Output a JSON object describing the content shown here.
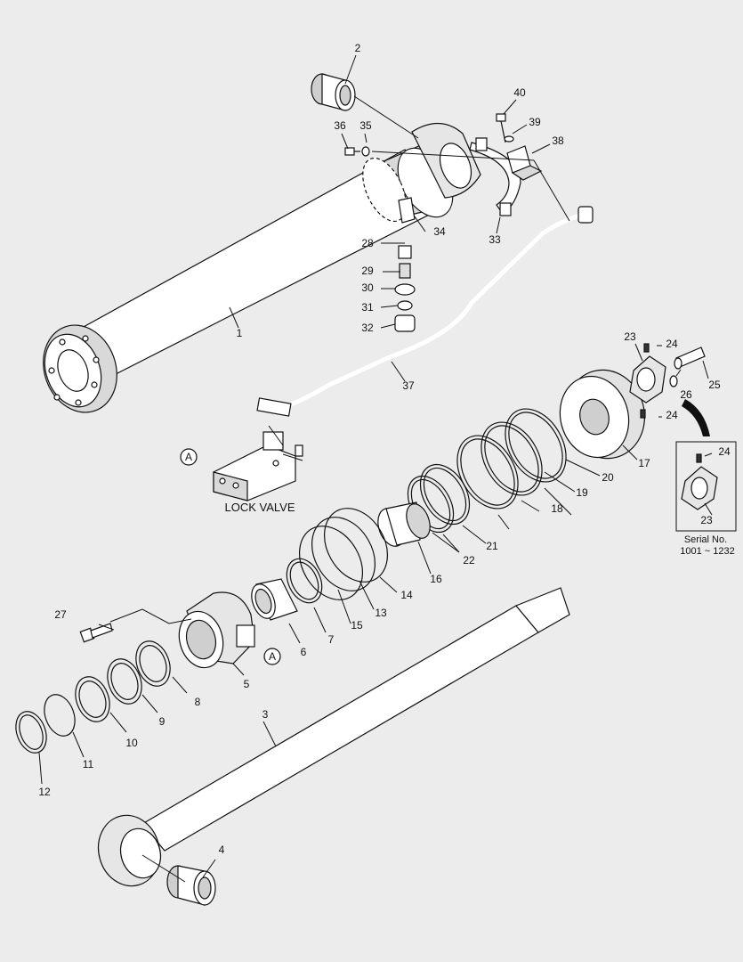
{
  "diagram": {
    "lock_valve_caption": "LOCK VALVE",
    "serial_caption_line1": "Serial No.",
    "serial_caption_line2": "1001 ~ 1232",
    "detail_marker": "A",
    "part_numbers": [
      "1",
      "2",
      "3",
      "4",
      "5",
      "6",
      "7",
      "8",
      "9",
      "10",
      "11",
      "12",
      "13",
      "14",
      "15",
      "16",
      "17",
      "18",
      "19",
      "20",
      "21",
      "22",
      "23",
      "24",
      "25",
      "26",
      "27",
      "28",
      "29",
      "30",
      "31",
      "32",
      "33",
      "34",
      "35",
      "36",
      "37",
      "38",
      "39",
      "40"
    ]
  },
  "colors": {
    "background": "#ececec",
    "part_fill": "#ffffff",
    "shade": "#d6d6d6",
    "line": "#111111"
  }
}
